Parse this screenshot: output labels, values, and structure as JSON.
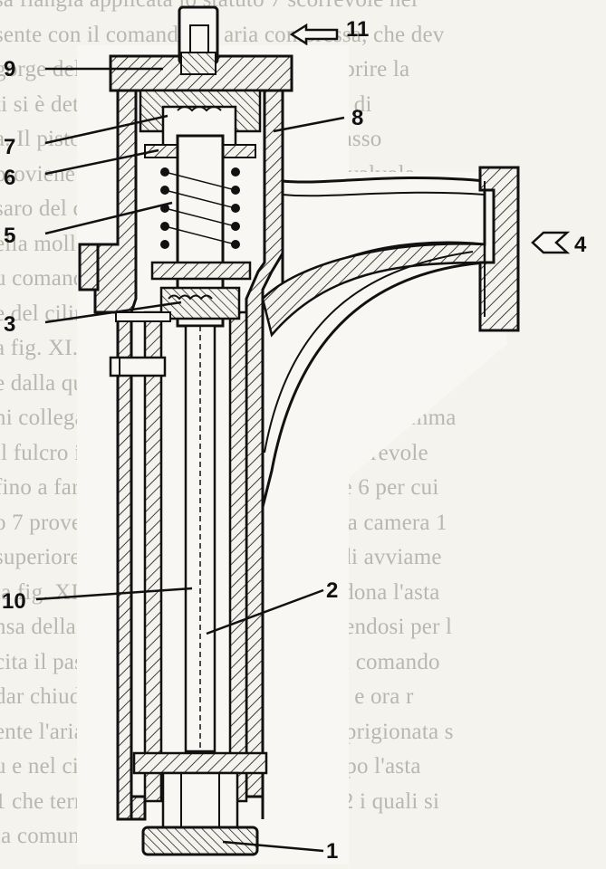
{
  "background_text": [
    "sa flangia applicata lo statuto 7 scorrevole nel",
    "sente con il comando 11 aria compressa, che dev",
    "gorge della valvola ma non può fare aprire la",
    "ti si è determinata: l'aerzione è seguita di",
    "a. Il pistone è spinto a pressione nel basso",
    "proviene dalla valvola distributrice di valvola",
    "saro del cilindro 8 con seguito il pistone 7,",
    "ella molla 5 fa richiamare la valvola 7. D",
    "u comando della valvola distributrice, l'aria occ",
    "e del cilindro 9 esce dalla sfiato 11 come su",
    "a fig. XI.1 è riportata la sezione di uno dei tipi più",
    "e dalla quale è possibile comprenderne il funz",
    "ni collegati alle valvole di avviamento. La camma",
    "il fulcro in basso verso l'alto l'asta 4 scorrevole",
    "fino a fare aprire la valvola a bicchiere 6 per cui",
    "o 7 proveniente dai serbatoi passa nella camera 1",
    "superiore del cilindro 8 della valvola di avviame",
    "la fig. XI.9 quando la camma 1 abbandona l'asta",
    "nsa della molla 9 e la valvola 6, chiudendosi per l",
    "cita il passaggio dell'aria compressa di comando",
    "dar chiudere la valvola di avviamento, e ora r",
    "ente l'aria compressa che è rimasta imprigionata s",
    "u e nel cilindro 8 (fig. XI.9. A tale scopo l'asta",
    "1 che termina inferiormente nei fori 12 i quali si",
    "la comunicazione con l'atmosfera."
  ],
  "labels": {
    "l1": "1",
    "l2": "2",
    "l3": "3",
    "l4": "4",
    "l5": "5",
    "l6": "6",
    "l7": "7",
    "l8": "8",
    "l9": "9",
    "l10": "10",
    "l11": "11"
  },
  "colors": {
    "ink": "#111111",
    "paper": "#f4f3ee",
    "ghost_text": "#b9b7b0"
  }
}
